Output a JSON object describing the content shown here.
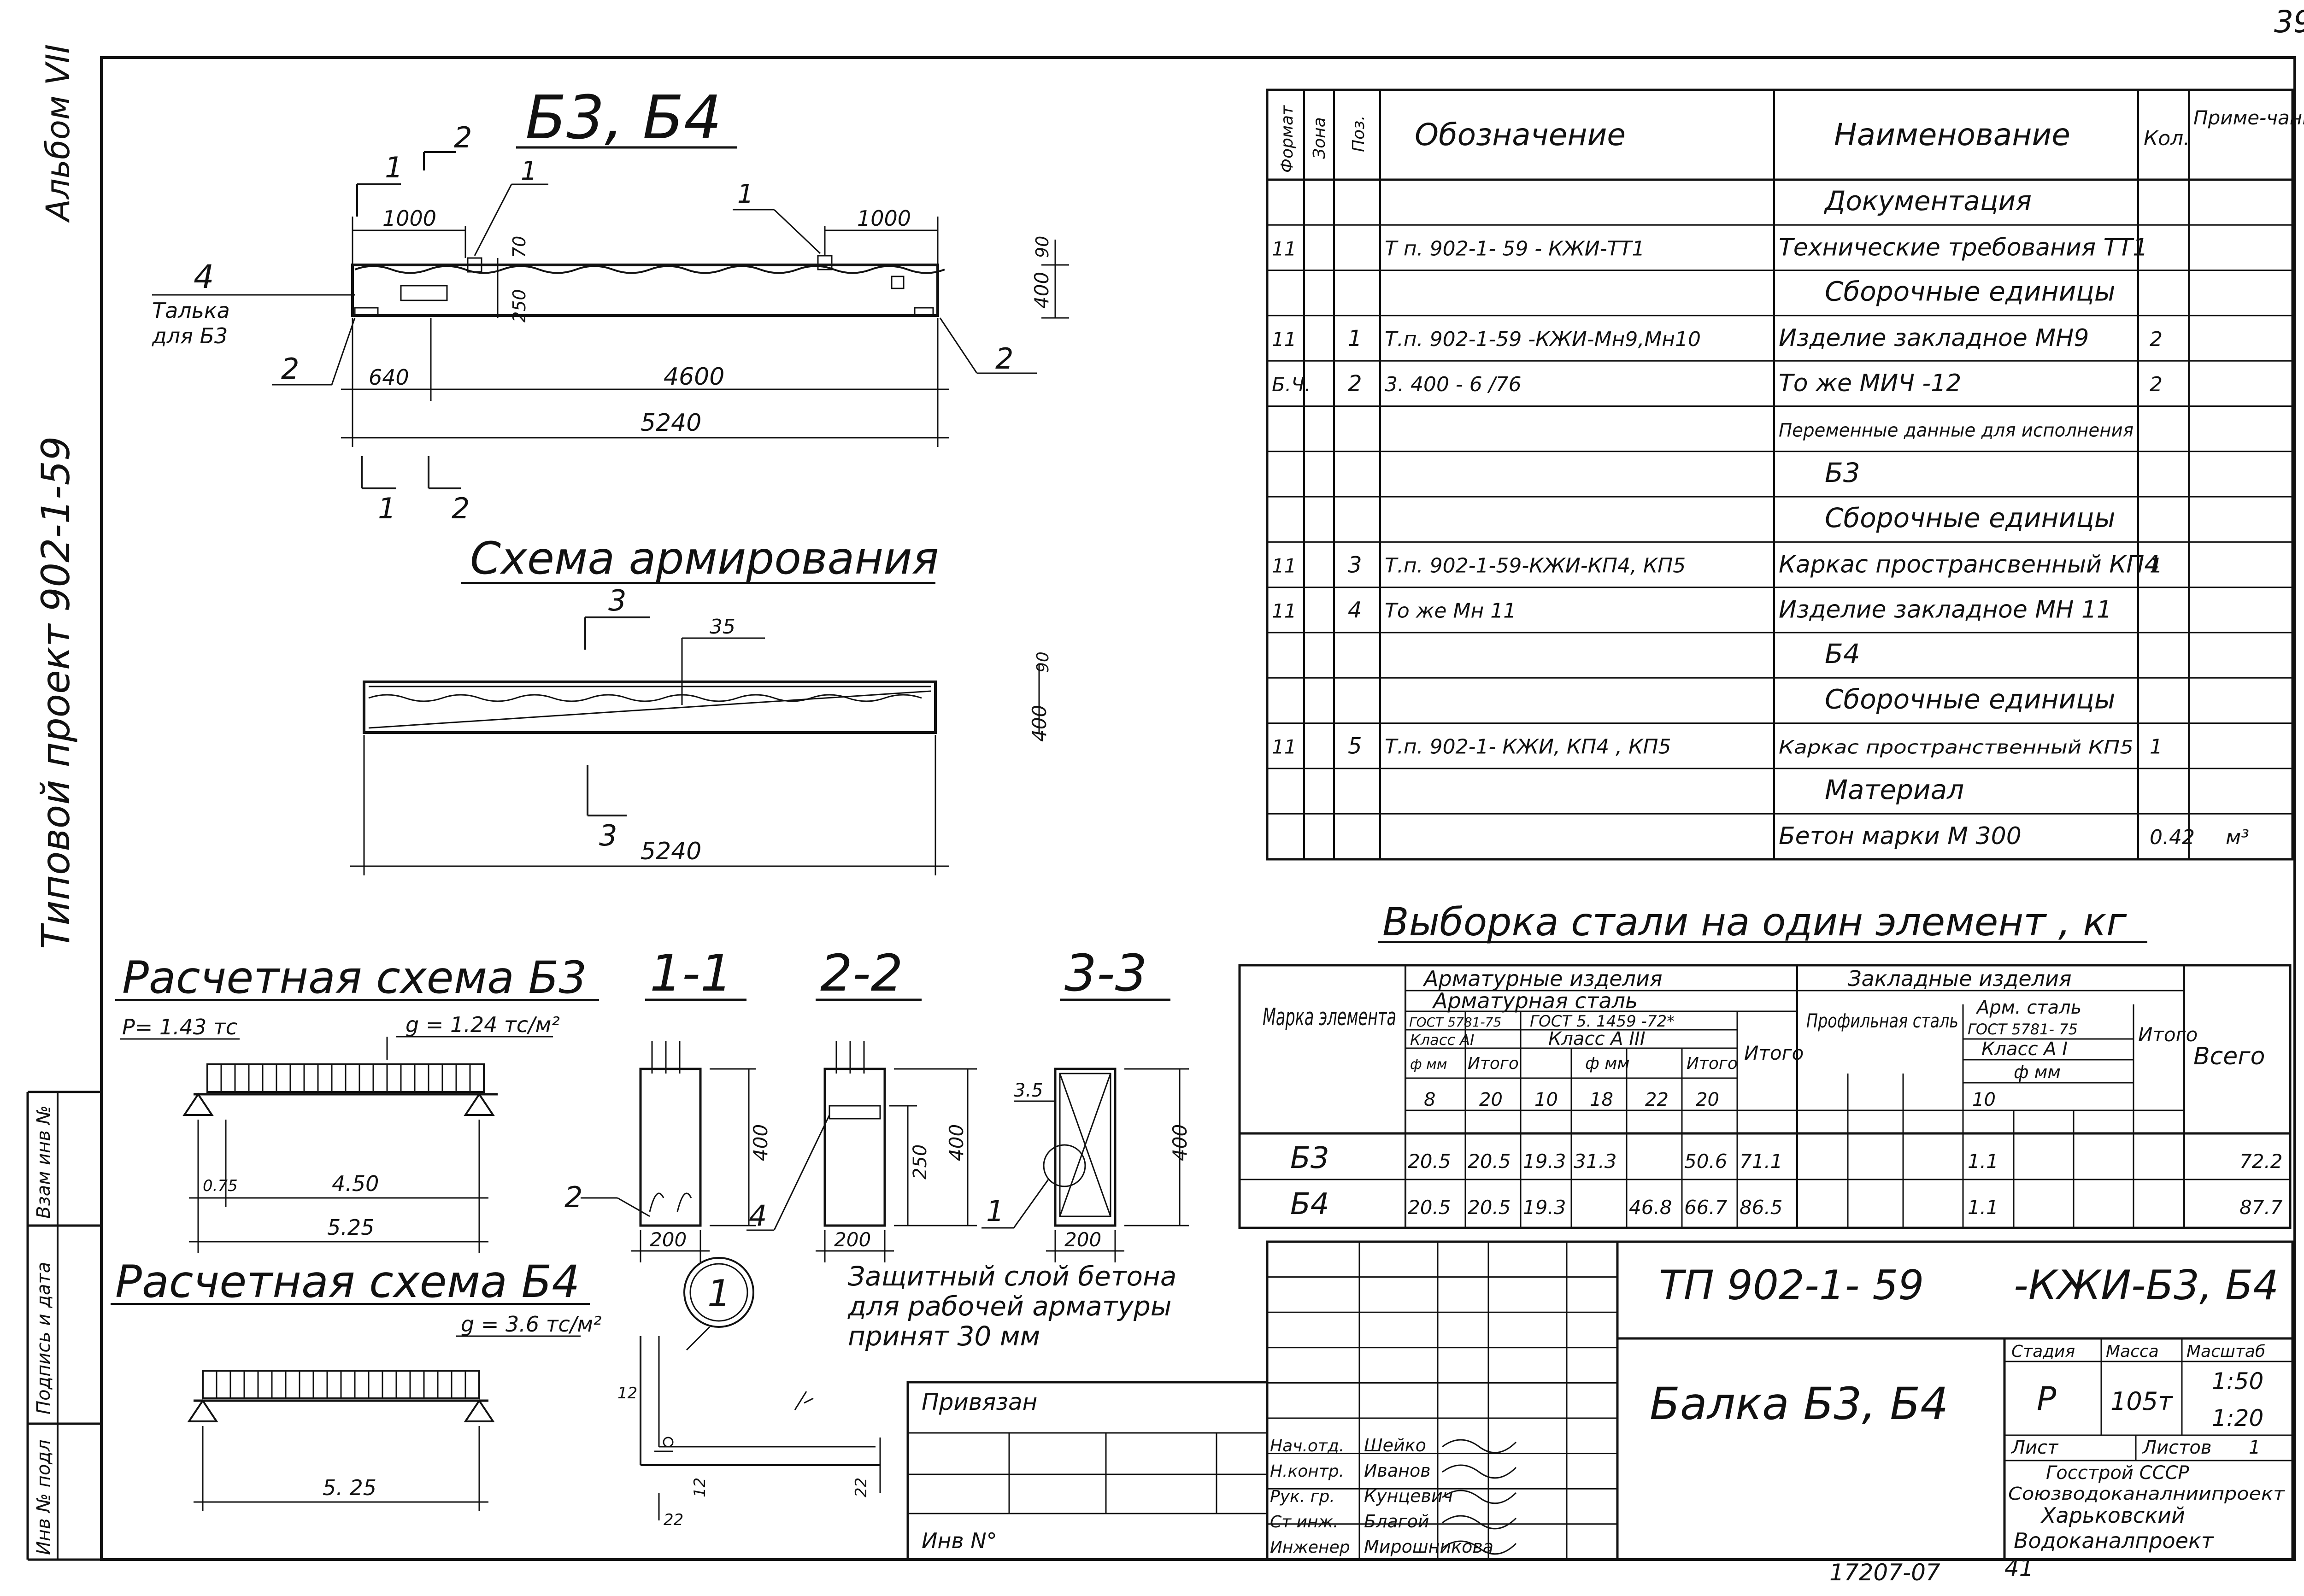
{
  "page_number": "39",
  "side_margin": {
    "album": "Альбом VII",
    "project": "Типовой проект   902-1-59",
    "stamps": [
      "Взам инв №",
      "Подпись и дата",
      "Инв № подл"
    ]
  },
  "elevation": {
    "title": "Б3, Б4",
    "labels": {
      "pos1_left": "1",
      "pos1_right": "1",
      "pos2_left": "2",
      "pos2_right": "2",
      "pos4": "4",
      "talka": "Талька",
      "talka_for": "для Б3",
      "section_marks": [
        "1",
        "2",
        "1",
        "2"
      ],
      "dims": {
        "top_left": "1000",
        "top_right": "1000",
        "d70": "70",
        "d250": "250",
        "d90": "90",
        "d400": "400",
        "d640": "640",
        "d4600": "4600",
        "d5240": "5240"
      }
    }
  },
  "reinforcement_scheme": {
    "title": "Схема армирования",
    "labels": {
      "sec_top": "3",
      "sec_bottom": "3",
      "d35": "35",
      "d90": "90",
      "d400": "400",
      "d5240": "5240"
    }
  },
  "calc_b3": {
    "title": "Расчетная схема Б3",
    "p": "P= 1.43 тс",
    "q": "g = 1.24 тс/м²",
    "d075": "0.75",
    "d450": "4.50",
    "d525": "5.25"
  },
  "calc_b4": {
    "title": "Расчетная схема Б4",
    "q": "g = 3.6 тс/м²",
    "d525": "5. 25"
  },
  "sections": {
    "s11": {
      "title": "1-1",
      "d400": "400",
      "d200": "200",
      "callout": "2"
    },
    "s22": {
      "title": "2-2",
      "d250": "250",
      "d400": "400",
      "d200": "200",
      "callout": "4"
    },
    "s33": {
      "title": "3-3",
      "d35": "3.5",
      "d400": "400",
      "d200": "200",
      "callout": "1"
    }
  },
  "detail1": {
    "mark": "1",
    "d12": "12",
    "d12b": "12",
    "d22": "22",
    "d22b": "22"
  },
  "note": [
    "Защитный слой бетона",
    "для рабочей арматуры",
    "принят  30 мм"
  ],
  "spec_table": {
    "headers": [
      "Формат",
      "Зона",
      "Поз.",
      "Обозначение",
      "Наименование",
      "Кол.",
      "Приме-чание"
    ],
    "rows": [
      {
        "fmt": "",
        "pos": "",
        "des": "",
        "name": "Документация",
        "qty": "",
        "note": "",
        "section": true
      },
      {
        "fmt": "11",
        "pos": "",
        "des": "Т п. 902-1- 59 - КЖИ-ТТ1",
        "name": "Технические требования ТТ1",
        "qty": "",
        "note": ""
      },
      {
        "fmt": "",
        "pos": "",
        "des": "",
        "name": "Сборочные единицы",
        "qty": "",
        "note": "",
        "section": true
      },
      {
        "fmt": "11",
        "pos": "1",
        "des": "Т.п. 902-1-59 -КЖИ-Мн9,Мн10",
        "name": "Изделие закладное МН9",
        "qty": "2",
        "note": ""
      },
      {
        "fmt": "Б.Ч.",
        "pos": "2",
        "des": "3. 400 - 6 /76",
        "name": "То же   МИЧ -12",
        "qty": "2",
        "note": ""
      },
      {
        "fmt": "",
        "pos": "",
        "des": "",
        "name": "Переменные данные для исполнения",
        "qty": "",
        "note": ""
      },
      {
        "fmt": "",
        "pos": "",
        "des": "",
        "name": "Б3",
        "qty": "",
        "note": "",
        "section": true
      },
      {
        "fmt": "",
        "pos": "",
        "des": "",
        "name": "Сборочные единицы",
        "qty": "",
        "note": "",
        "section": true
      },
      {
        "fmt": "11",
        "pos": "3",
        "des": "Т.п. 902-1-59-КЖИ-КП4, КП5",
        "name": "Каркас пространсвенный КП4",
        "qty": "1",
        "note": ""
      },
      {
        "fmt": "11",
        "pos": "4",
        "des": "То же                Мн 11",
        "name": "Изделие закладное МН 11",
        "qty": "",
        "note": ""
      },
      {
        "fmt": "",
        "pos": "",
        "des": "",
        "name": "Б4",
        "qty": "",
        "note": "",
        "section": true
      },
      {
        "fmt": "",
        "pos": "",
        "des": "",
        "name": "Сборочные единицы",
        "qty": "",
        "note": "",
        "section": true
      },
      {
        "fmt": "11",
        "pos": "5",
        "des": "Т.п. 902-1-   КЖИ, КП4 , КП5",
        "name": "Каркас пространственный КП5",
        "qty": "1",
        "note": ""
      },
      {
        "fmt": "",
        "pos": "",
        "des": "",
        "name": "Материал",
        "qty": "",
        "note": "",
        "section": true
      },
      {
        "fmt": "",
        "pos": "",
        "des": "",
        "name": "Бетон марки М 300",
        "qty": "0.42",
        "note": "м³"
      }
    ]
  },
  "steel_table": {
    "title": "Выборка стали на один элемент , кг",
    "h_mark": "Марка элемента",
    "h_arm_items": "Арматурные изделия",
    "h_arm_steel": "Арматурная  сталь",
    "h_gost1": "ГОСТ 5781-75",
    "h_gost2": "ГОСТ  5. 1459 -72*",
    "h_class_a1": "Класс АI",
    "h_class_a3": "Класс А III",
    "h_phi_mm": "ф мм",
    "h_itogo": "Итого",
    "h_phi_mm2": "ф  мм",
    "h_embedded": "Закладные  изделия",
    "h_profile": "Профильная сталь",
    "h_arm_steel2": "Арм. сталь",
    "h_gost3": "ГОСТ 5781- 75",
    "h_class_a1b": "Класс А I",
    "h_phi_mm3": "ф  мм",
    "h_total": "Всего",
    "diameters": [
      "8",
      "20",
      "10",
      "18",
      "22",
      "20",
      "10"
    ],
    "rows": [
      {
        "mark": "Б3",
        "a8": "20.5",
        "it1": "20.5",
        "b10": "19.3",
        "b18": "31.3",
        "b22": "",
        "it2": "50.6",
        "it3": "71.1",
        "c10": "1.1",
        "total": "72.2"
      },
      {
        "mark": "Б4",
        "a8": "20.5",
        "it1": "20.5",
        "b10": "19.3",
        "b18": "",
        "b22": "46.8",
        "it2": "66.7",
        "it3": "86.5",
        "c10": "1.1",
        "total": "87.7"
      }
    ]
  },
  "title_block": {
    "code_a": "ТП  902-1-  59",
    "code_b": "-КЖИ-Б3, Б4",
    "name": "Балка  Б3, Б4",
    "stadia_h": "Стадия",
    "massa_h": "Масса",
    "masshtab_h": "Масштаб",
    "stadia": "Р",
    "massa": "105т",
    "scale1": "1:50",
    "scale2": "1:20",
    "list_h": "Лист",
    "listov_h": "Листов",
    "listov": "1",
    "org": [
      "Госстрой СССР",
      "Союзводоканалниипроект",
      "Харьковский",
      "Водоканалпроект"
    ],
    "privyazan": "Привязан",
    "inv": "Инв  N°",
    "roles": [
      {
        "role": "Нач.отд.",
        "name": "Шейко"
      },
      {
        "role": "Н.контр.",
        "name": "Иванов"
      },
      {
        "role": "Рук. гр.",
        "name": "Кунцевич"
      },
      {
        "role": "Ст инж.",
        "name": "Благой"
      },
      {
        "role": "Инженер",
        "name": "Мирошникова"
      }
    ]
  },
  "bottom_numbers": {
    "left": "17207-07",
    "right": "41"
  }
}
